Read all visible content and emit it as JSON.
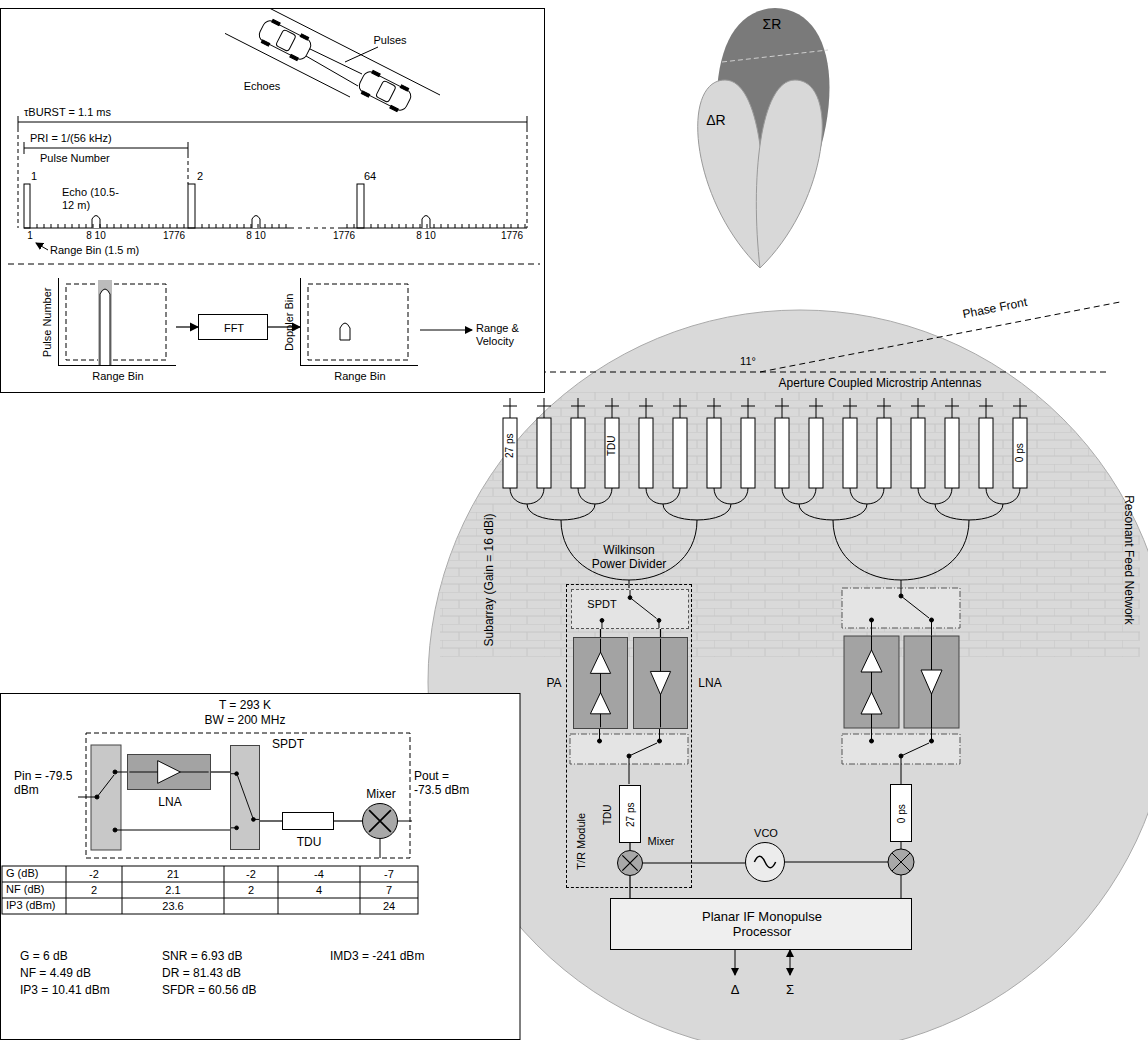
{
  "diagram": {
    "nodes": [
      {
        "text": [
          "Pulse Number",
          "Range Bin"
        ]
      },
      {
        "text": [
          "FFT"
        ]
      },
      {
        "text": [
          "Doppler Bin",
          "Range Bin"
        ]
      },
      {
        "text": [
          "T/R Module"
        ]
      },
      {
        "text": [
          "SPDT"
        ],
        "in": 3
      },
      {
        "text": [
          "PA"
        ],
        "in": 3
      },
      {
        "text": [
          "LNA"
        ],
        "in": 3
      },
      {
        "text": [
          "27 ps",
          "TDU"
        ],
        "in": 3
      },
      {
        "text": [
          "Mixer"
        ],
        "in": 3
      },
      {
        "text": [
          "0 ps"
        ]
      },
      {
        "text": [
          "VCO"
        ]
      },
      {
        "text": [
          "Planar IF Monopulse Processor"
        ]
      },
      {
        "text": [
          "LNA"
        ]
      },
      {
        "text": [
          "SPDT"
        ]
      },
      {
        "text": [
          "TDU"
        ]
      },
      {
        "text": [
          "Mixer"
        ]
      }
    ],
    "edges": [
      {
        "from": 0,
        "to": 1,
        "arrow": "to"
      },
      {
        "from": 1,
        "to": 2,
        "arrow": "to"
      },
      {
        "from": 4,
        "to": 5,
        "arrow": "none"
      },
      {
        "from": 4,
        "to": 6,
        "arrow": "none"
      },
      {
        "from": 7,
        "to": 8,
        "arrow": "none"
      },
      {
        "from": 10,
        "to": 8,
        "arrow": "none"
      },
      {
        "from": 8,
        "to": 11,
        "arrow": "none"
      },
      {
        "from": 12,
        "to": 13,
        "arrow": "none"
      },
      {
        "from": 13,
        "to": 14,
        "arrow": "none"
      },
      {
        "from": 14,
        "to": 15,
        "arrow": "none"
      }
    ],
    "labels": [
      "Pulses",
      "Echoes",
      "τBURST = 1.1 ms",
      "PRI = 1/(56 kHz)",
      "Pulse Number",
      "1",
      "2",
      "64",
      "Echo (10.5-12 m)",
      "8 10",
      "1776",
      "8 10",
      "1776",
      "8 10",
      "1776",
      "1",
      "Range Bin (1.5 m)",
      "Range & Velocity",
      "ΣR",
      "ΔR",
      "Phase Front",
      "11°",
      "Aperture Coupled Microstrip Antennas",
      "27 ps",
      "TDU",
      "0 ps",
      "Wilkinson Power Divider",
      "Subarray (Gain = 16 dBi)",
      "Resonant Feed Network",
      "Δ",
      "Σ",
      "T = 293 K",
      "BW = 200 MHz",
      "Pin = -79.5 dBm",
      "Pout = -73.5 dBm",
      "G (dB)",
      "-2",
      "21",
      "-2",
      "-4",
      "-7",
      "NF (dB)",
      "2",
      "2.1",
      "2",
      "4",
      "7",
      "IP3 (dBm)",
      "23.6",
      "24",
      "G = 6 dB",
      "NF = 4.49 dB",
      "IP3 = 10.41 dBm",
      "SNR = 6.93 dB",
      "DR = 81.43 dB",
      "SFDR = 60.56 dB",
      "IMD3 = -241 dBm"
    ]
  }
}
